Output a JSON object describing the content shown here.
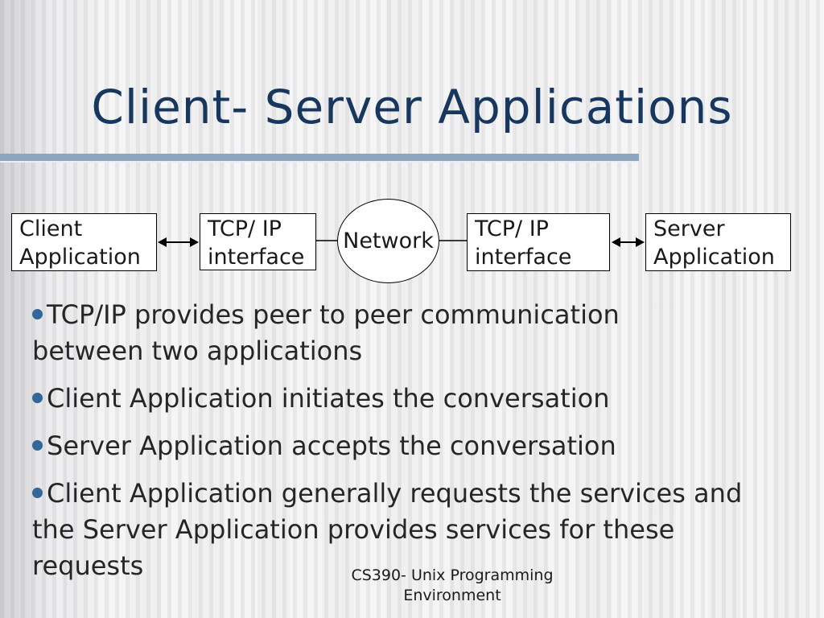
{
  "slide": {
    "title": "Client- Server Applications",
    "diagram": {
      "nodes": [
        {
          "id": "client-application",
          "shape": "rect",
          "label": "Client\nApplication"
        },
        {
          "id": "tcpip-interface-left",
          "shape": "rect",
          "label": "TCP/ IP\ninterface"
        },
        {
          "id": "network",
          "shape": "ellipse",
          "label": "Network"
        },
        {
          "id": "tcpip-interface-right",
          "shape": "rect",
          "label": "TCP/ IP\ninterface"
        },
        {
          "id": "server-application",
          "shape": "rect",
          "label": "Server\nApplication"
        }
      ],
      "connections": [
        {
          "from": "client-application",
          "to": "tcpip-interface-left",
          "style": "double-arrow"
        },
        {
          "from": "tcpip-interface-left",
          "to": "network",
          "style": "line"
        },
        {
          "from": "network",
          "to": "tcpip-interface-right",
          "style": "line"
        },
        {
          "from": "tcpip-interface-right",
          "to": "server-application",
          "style": "double-arrow"
        }
      ]
    },
    "bullets": [
      {
        "text": "TCP/IP provides peer to peer communication\nbetween two applications"
      },
      {
        "text": "Client Application initiates the conversation"
      },
      {
        "text": "Server Application accepts the conversation"
      },
      {
        "text": "Client Application generally requests the services and\nthe Server Application provides services for these\nrequests"
      }
    ],
    "footer": "CS390- Unix Programming\nEnvironment",
    "colors": {
      "title": "#17375e",
      "accent_bar": "#8ca6c0",
      "bullet_marker": "#336699",
      "body_text": "#262626",
      "shape_border": "#000000",
      "shape_fill": "#ffffff"
    }
  }
}
